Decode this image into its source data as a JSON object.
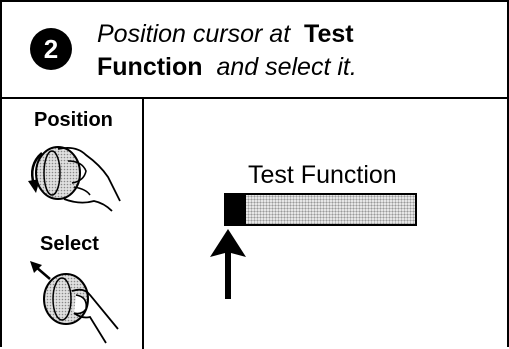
{
  "step": {
    "number": "2",
    "line1_italic": "Position cursor at",
    "line1_bold": "Test",
    "line2_bold": "Function",
    "line2_italic": "and select it."
  },
  "controls": {
    "position_label": "Position",
    "select_label": "Select",
    "position_icon": "knob-rotate-icon",
    "select_icon": "knob-push-icon"
  },
  "display": {
    "menu_item_label": "Test Function",
    "pointer_icon": "up-arrow-icon"
  }
}
